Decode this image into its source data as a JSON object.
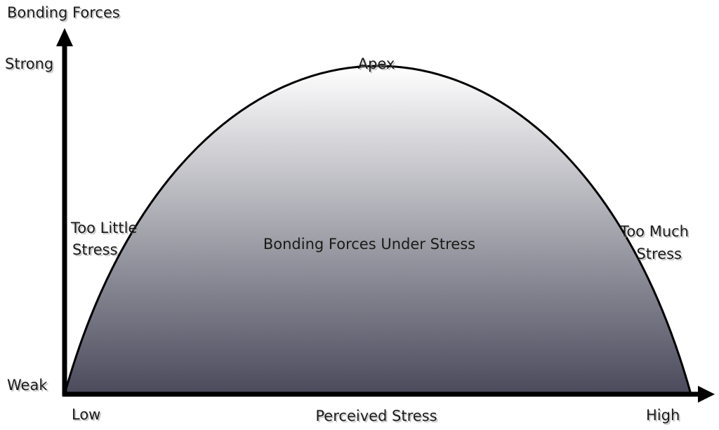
{
  "axes": {
    "y_title": "Bonding Forces",
    "y_high": "Strong",
    "y_low": "Weak",
    "x_title": "Perceived Stress",
    "x_low": "Low",
    "x_high": "High"
  },
  "curve": {
    "apex": "Apex",
    "left_line1": "Too Little",
    "left_line2": "Stress",
    "right_line1": "Too Much",
    "right_line2": "Stress",
    "area_label": "Bonding Forces Under Stress"
  },
  "colors": {
    "fill_top": "#ffffff",
    "fill_bottom": "#4a4a5c",
    "curve": "#000000",
    "axis": "#000000"
  }
}
